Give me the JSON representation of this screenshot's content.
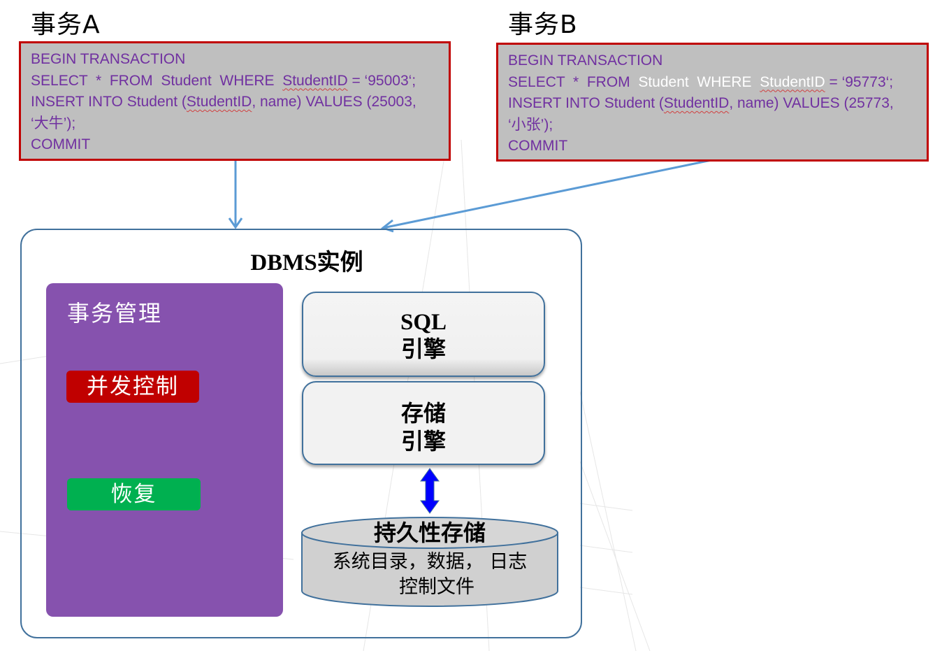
{
  "transaction_a": {
    "title": "事务A",
    "lines": {
      "l1": "BEGIN TRANSACTION",
      "l2_pre": "SELECT  *  FROM  Student  WHERE  ",
      "l2_id": "StudentID",
      "l2_post": " = ‘95003‘;",
      "l3_pre": "INSERT INTO Student (",
      "l3_id": "StudentID",
      "l3_post": ", name) VALUES (25003,",
      "l4": "‘大牛’);",
      "l5": "COMMIT"
    }
  },
  "transaction_b": {
    "title": "事务B",
    "lines": {
      "l1": "BEGIN TRANSACTION",
      "l2_a": "SELECT  *  FROM  ",
      "l2_white": "Student  WHERE  ",
      "l2_id": "StudentID",
      "l2_post": " = ‘95773‘;",
      "l3_pre": "INSERT INTO Student (",
      "l3_id": "StudentID",
      "l3_post": ", name) VALUES (25773,",
      "l4": "‘小张’);",
      "l5": "COMMIT"
    }
  },
  "dbms": {
    "title": "DBMS实例",
    "transaction_management": {
      "label": "事务管理",
      "concurrency_control": "并发控制",
      "recovery": "恢复"
    },
    "sql_engine": {
      "line1": "SQL",
      "line2": "引擎"
    },
    "storage_engine": {
      "line1": "存储",
      "line2": "引擎"
    },
    "persistent_storage": {
      "title": "持久性存储",
      "line1": "系统目录，数据， 日志",
      "line2": "控制文件"
    }
  },
  "colors": {
    "sql_border": "#c00000",
    "sql_fill": "#bfbfbf",
    "sql_text": "#7030a0",
    "arrow": "#5b9bd5",
    "container_border": "#41719c",
    "tm_panel": "#8652ae",
    "concurrency": "#c00000",
    "recovery": "#00b050",
    "double_arrow": "#0000ff"
  }
}
